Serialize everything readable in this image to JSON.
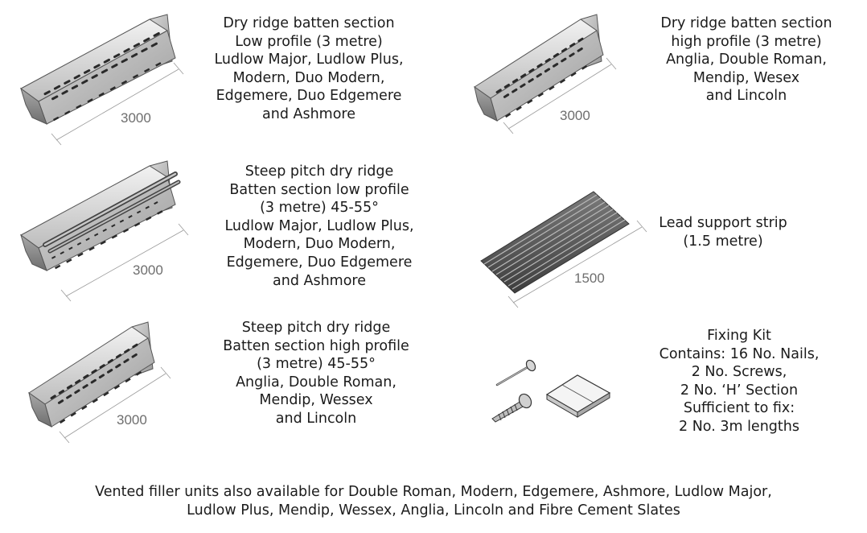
{
  "items": [
    {
      "id": "low-profile-batten",
      "dimension": "3000",
      "lines": [
        "Dry ridge batten section",
        "Low profile (3 metre)",
        "Ludlow Major, Ludlow Plus,",
        "Modern, Duo Modern,",
        "Edgemere, Duo Edgemere",
        "and Ashmore"
      ]
    },
    {
      "id": "high-profile-batten",
      "dimension": "3000",
      "lines": [
        "Dry ridge batten section",
        "high profile (3 metre)",
        "Anglia, Double Roman,",
        "Mendip, Wesex",
        "and Lincoln"
      ]
    },
    {
      "id": "steep-low-profile-batten",
      "dimension": "3000",
      "lines": [
        "Steep pitch dry ridge",
        "Batten section low profile",
        "(3 metre) 45-55°",
        "Ludlow Major, Ludlow Plus,",
        "Modern, Duo Modern,",
        "Edgemere, Duo Edgemere",
        "and Ashmore"
      ]
    },
    {
      "id": "lead-support-strip",
      "dimension": "1500",
      "lines": [
        "Lead support strip",
        "(1.5 metre)"
      ]
    },
    {
      "id": "steep-high-profile-batten",
      "dimension": "3000",
      "lines": [
        "Steep pitch dry ridge",
        "Batten section high profile",
        "(3 metre) 45-55°",
        "Anglia, Double Roman,",
        "Mendip, Wessex",
        "and Lincoln"
      ]
    },
    {
      "id": "fixing-kit",
      "lines": [
        "Fixing Kit",
        "Contains: 16 No. Nails,",
        "2 No. Screws,",
        "2 No. ‘H’ Section",
        "Sufficient to fix:",
        "2 No. 3m lengths"
      ]
    }
  ],
  "footer": {
    "lines": [
      "Vented filler units also available for Double Roman, Modern, Edgemere, Ashmore, Ludlow Major,",
      "Ludlow Plus, Mendip, Wessex, Anglia, Lincoln and Fibre Cement Slates"
    ]
  }
}
